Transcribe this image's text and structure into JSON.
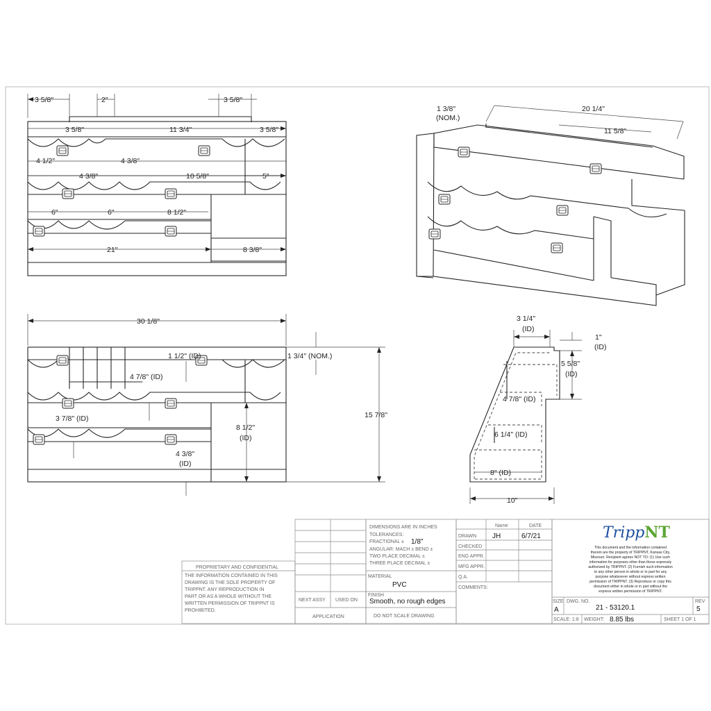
{
  "front_view": {
    "dims": {
      "d1": "3 5/8\"",
      "d2": "2\"",
      "d3": "3 5/8\"",
      "d4": "3 5/8\"",
      "d5": "11 3/4\"",
      "d6": "3 5/8\"",
      "d7": "4 1/2\"",
      "d8": "4 3/8\"",
      "d9": "4 3/8\"",
      "d10": "10 5/8\"",
      "d11": "5\"",
      "d12": "6\"",
      "d13": "6\"",
      "d14": "8 1/2\"",
      "d15": "21\"",
      "d16": "8 3/8\""
    }
  },
  "iso_view": {
    "dims": {
      "nom_a": "1 3/8\"",
      "nom_b": "(NOM.)",
      "width": "20 1/4\"",
      "inner": "11 5/8\""
    }
  },
  "section_view": {
    "dims": {
      "overall": "30 1/8\"",
      "id1": "1 1/2\" (ID)",
      "nom": "1 3/4\" (NOM.)",
      "id2": "4 7/8\" (ID)",
      "height": "15 7/8\"",
      "id3": "3 7/8\" (ID)",
      "id4a": "8 1/2\"",
      "id4b": "(ID)",
      "id5a": "4 3/8\"",
      "id5b": "(ID)"
    }
  },
  "side_view": {
    "dims": {
      "top_a": "3 1/4\"",
      "top_b": "(ID)",
      "r1a": "1\"",
      "r1b": "(ID)",
      "r2a": "5 5/8\"",
      "r2b": "(ID)",
      "s1": "4 7/8\" (ID)",
      "s2": "6 1/4\" (ID)",
      "s3": "8\" (ID)",
      "base": "10\""
    }
  },
  "title_block": {
    "dimensions_note": "DIMENSIONS ARE IN INCHES",
    "tolerances": "TOLERANCES:",
    "fractional": "FRACTIONAL ±",
    "fractional_val": "1/8\"",
    "angular": "ANGULAR: MACH ±    BEND ±",
    "two_place": "TWO PLACE DECIMAL    ±",
    "three_place": "THREE PLACE DECIMAL  ±",
    "material_label": "MATERIAL",
    "material": "PVC",
    "finish_label": "FINISH",
    "finish": "Smooth, no rough edges",
    "do_not_scale": "DO  NOT  SCALE  DRAWING",
    "next_assy": "NEXT ASSY",
    "used_on": "USED ON",
    "application": "APPLICATION",
    "name_hdr": "Name",
    "date_hdr": "DATE",
    "drawn": "DRAWN",
    "drawn_name": "JH",
    "drawn_date": "6/7/21",
    "checked": "CHECKED",
    "eng_appr": "ENG APPR.",
    "mfg_appr": "MFG APPR.",
    "qa": "Q.A.",
    "comments": "COMMENTS:",
    "logo": "TrippNT",
    "logo_a": "Tripp",
    "logo_b": "NT",
    "legal_lines": [
      "This document and the information contained",
      "therein are the property of TRIPPNT, Kansas City,",
      "Missouri. Recipient agrees NOT TO: (1) Use such",
      "information for purposes other than those expressly",
      "authorized by TRIPPNT. (2) Furnish such information",
      "to any other person in whole or in part for any",
      "purpose whatsoever without express  written",
      "permission of TRIPPNT. (3) Reproduce or copy this",
      "document either in whole or in part without the",
      "express written permission of TRIPPNT."
    ],
    "size_label": "SIZE",
    "size": "A",
    "dwg_label": "DWG.  NO.",
    "dwg_no": "21 - 53120.1",
    "rev_label": "REV",
    "rev": "5",
    "scale": "SCALE: 1:8",
    "weight_label": "WEIGHT:",
    "weight": "8.85 lbs",
    "sheet": "SHEET 1 OF 1",
    "prop_title": "PROPRIETARY AND CONFIDENTIAL",
    "prop_lines": [
      "THE INFORMATION CONTAINED IN THIS",
      "DRAWING IS THE SOLE PROPERTY OF",
      "TRIPPNT.  ANY REPRODUCTION IN",
      "PART OR AS A WHOLE WITHOUT THE",
      "WRITTEN PERMISSION OF TRIPPNT IS",
      "PROHIBITED."
    ]
  }
}
